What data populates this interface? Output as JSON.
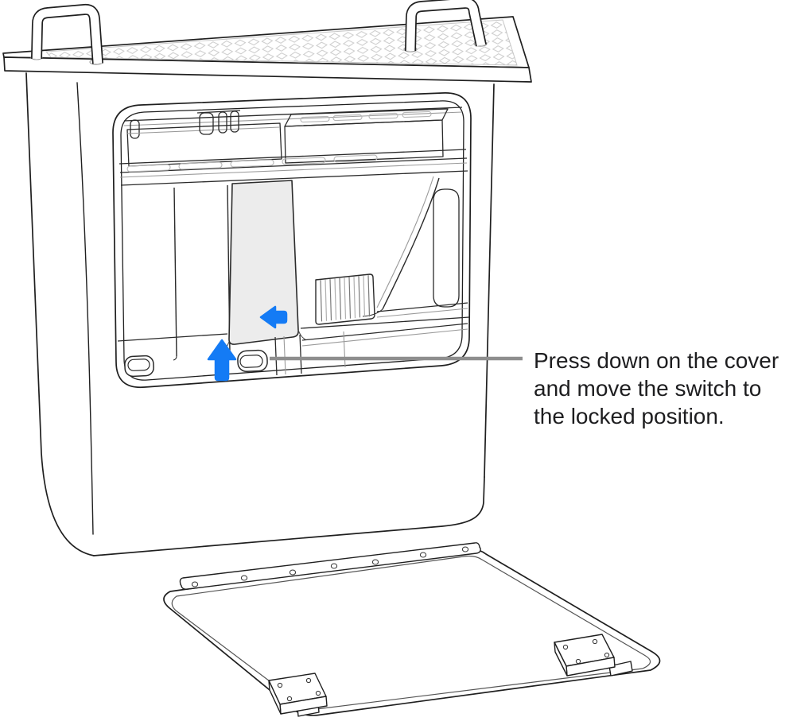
{
  "figure": {
    "type": "technical-illustration",
    "callout": {
      "lines": [
        "Press down on the cover",
        "and move the switch to",
        "the locked position."
      ],
      "full_text": "Press down on the cover and move the switch to the locked position."
    },
    "icons": {
      "up_arrow": "up-arrow-icon",
      "left_arrow": "left-arrow-icon"
    },
    "colors": {
      "arrow_blue": "#147bf5",
      "leader_gray": "#8e8e8e",
      "text": "#1d1d1f",
      "line_art": "#1f1f1f",
      "light_line": "#bdbdbd",
      "cover_fill": "#ececec",
      "background": "#ffffff"
    }
  }
}
